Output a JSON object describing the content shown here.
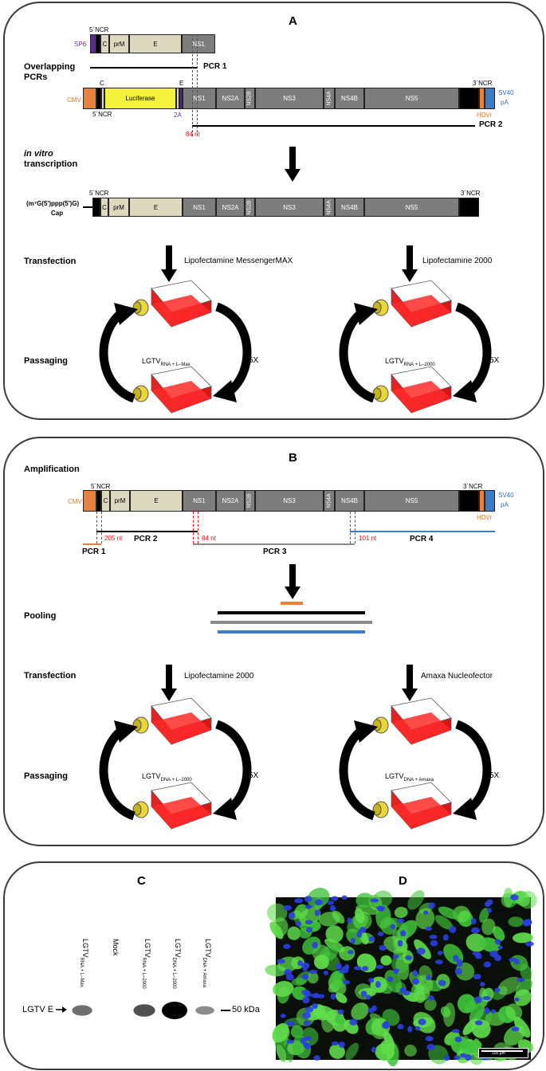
{
  "panels": {
    "a": "A",
    "b": "B",
    "c": "C",
    "d": "D"
  },
  "panel_a": {
    "labels": {
      "overlapping": "Overlapping",
      "pcrs": "PCRs",
      "invitro": "in vitro",
      "transcription": "transcription",
      "transfection": "Transfection",
      "passaging": "Passaging",
      "cap_line1": "(m⁷G(5')ppp(5')G)",
      "cap_line2": "Cap"
    },
    "construct1": {
      "ncr5": "5´NCR",
      "sp6": "SP6",
      "segments": [
        "C",
        "prM",
        "E",
        "NS1"
      ]
    },
    "construct2": {
      "cmv": "CMV",
      "c": "C",
      "e": "E",
      "luciferase": "Luciferase",
      "ncr5": "5´NCR",
      "twoA": "2A",
      "ncr3": "3´NCR",
      "hdvr": "HDVr",
      "sv40_1": "SV40",
      "sv40_2": "pA",
      "segments": [
        "NS1",
        "NS2A",
        "NS2B",
        "NS3",
        "NS4A",
        "NS4B",
        "NS5"
      ]
    },
    "pcr1": "PCR 1",
    "pcr2": "PCR 2",
    "overlap_nt": "84 nt",
    "construct3": {
      "ncr5": "5´NCR",
      "ncr3": "3´NCR",
      "segments": [
        "C",
        "prM",
        "E",
        "NS1",
        "NS2A",
        "NS2B",
        "NS3",
        "NS4A",
        "NS4B",
        "NS5"
      ]
    },
    "method_left": "Lipofectamine MessengerMAX",
    "method_right": "Lipofectamine 2000",
    "virus_left": {
      "main": "LGTV",
      "sub": "RNA + L–Max"
    },
    "virus_right": {
      "main": "LGTV",
      "sub": "RNA + L–2000"
    },
    "cycles": "5X"
  },
  "panel_b": {
    "labels": {
      "amplification": "Amplification",
      "pooling": "Pooling",
      "transfection": "Transfection",
      "passaging": "Passaging"
    },
    "construct": {
      "cmv": "CMV",
      "ncr5": "5´NCR",
      "ncr3": "3´NCR",
      "hdvr": "HDVr",
      "sv40_1": "SV40",
      "sv40_2": "pA",
      "segments": [
        "C",
        "prM",
        "E",
        "NS1",
        "NS2A",
        "NS2B",
        "NS3",
        "NS4A",
        "NS4B",
        "NS5"
      ]
    },
    "pcrs": [
      "PCR 1",
      "PCR 2",
      "PCR 3",
      "PCR 4"
    ],
    "overlaps": [
      "205 nt",
      "84 nt",
      "101 nt"
    ],
    "method_left": "Lipofectamine 2000",
    "method_right": "Amaxa Nucleofector",
    "virus_left": {
      "main": "LGTV",
      "sub": "DNA + L–2000"
    },
    "virus_right": {
      "main": "LGTV",
      "sub": "DNA + Amaxa"
    },
    "cycles": "5X",
    "colors": {
      "pcr1": "#e8823a",
      "pcr2": "#000000",
      "pcr3": "#8a8a8a",
      "pcr4": "#3d7cc9"
    }
  },
  "panel_c": {
    "band_label": "LGTV E",
    "marker": "50 kDa",
    "lanes": [
      {
        "main": "LGTV",
        "sub": "RNA + L–Max",
        "intensity": 0.45
      },
      {
        "main": "Mock",
        "sub": "",
        "intensity": 0.0
      },
      {
        "main": "LGTV",
        "sub": "RNA + L–2000",
        "intensity": 0.6
      },
      {
        "main": "LGTV",
        "sub": "DNA + L–2000",
        "intensity": 1.0
      },
      {
        "main": "LGTV",
        "sub": "DNA + Amaxa",
        "intensity": 0.3
      }
    ]
  },
  "panel_d": {
    "scale_bar": "100 µm"
  }
}
